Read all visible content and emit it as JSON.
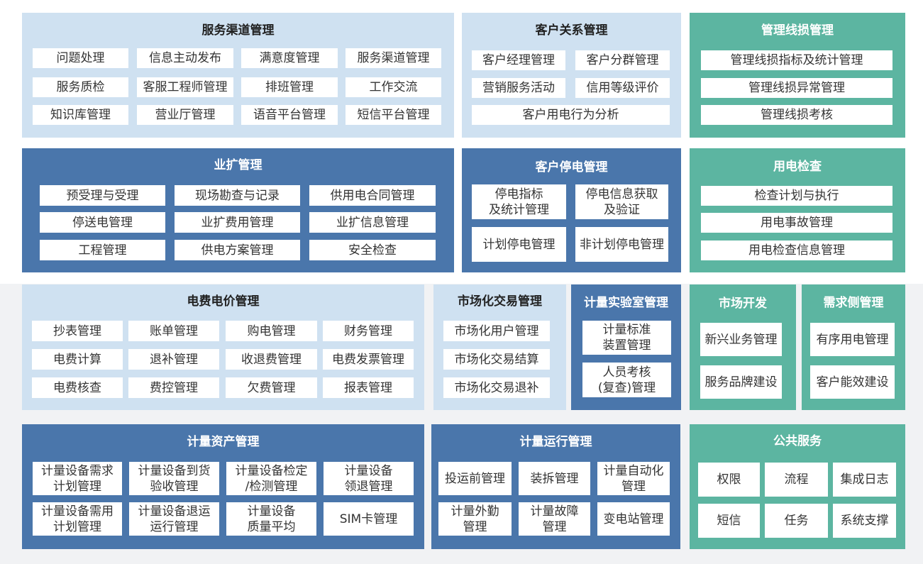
{
  "colors": {
    "light_panel": "#cfe1f1",
    "dark_panel": "#4a76ab",
    "teal_panel": "#5cb5a1",
    "band_bg": "#f1f2f4",
    "cell_bg": "#ffffff"
  },
  "panels": [
    {
      "id": "service-channel",
      "title": "服务渠道管理",
      "style": "light",
      "items": [
        "问题处理",
        "信息主动发布",
        "满意度管理",
        "服务渠道管理",
        "服务质检",
        "客服工程师管理",
        "排班管理",
        "工作交流",
        "知识库管理",
        "营业厅管理",
        "语音平台管理",
        "短信平台管理"
      ]
    },
    {
      "id": "customer-relation",
      "title": "客户关系管理",
      "style": "light",
      "items": [
        "客户经理管理",
        "客户分群管理",
        "营销服务活动",
        "信用等级评价",
        "客户用电行为分析"
      ]
    },
    {
      "id": "line-loss",
      "title": "管理线损管理",
      "style": "teal",
      "items": [
        "管理线损指标及统计管理",
        "管理线损异常管理",
        "管理线损考核"
      ]
    },
    {
      "id": "business-expansion",
      "title": "业扩管理",
      "style": "dark",
      "items": [
        "预受理与受理",
        "现场勘查与记录",
        "供用电合同管理",
        "停送电管理",
        "业扩费用管理",
        "业扩信息管理",
        "工程管理",
        "供电方案管理",
        "安全检查"
      ]
    },
    {
      "id": "customer-outage",
      "title": "客户停电管理",
      "style": "dark",
      "items": [
        "停电指标\n及统计管理",
        "停电信息获取\n及验证",
        "计划停电管理",
        "非计划停电管理"
      ]
    },
    {
      "id": "power-inspection",
      "title": "用电检查",
      "style": "teal",
      "items": [
        "检查计划与执行",
        "用电事故管理",
        "用电检查信息管理"
      ]
    },
    {
      "id": "tariff",
      "title": "电费电价管理",
      "style": "light",
      "items": [
        "抄表管理",
        "账单管理",
        "购电管理",
        "财务管理",
        "电费计算",
        "退补管理",
        "收退费管理",
        "电费发票管理",
        "电费核查",
        "费控管理",
        "欠费管理",
        "报表管理"
      ]
    },
    {
      "id": "market-trading",
      "title": "市场化交易管理",
      "style": "light",
      "items": [
        "市场化用户管理",
        "市场化交易结算",
        "市场化交易退补"
      ]
    },
    {
      "id": "metering-lab",
      "title": "计量实验室管理",
      "style": "dark",
      "items": [
        "计量标准\n装置管理",
        "人员考核\n(复查)管理"
      ]
    },
    {
      "id": "market-dev",
      "title": "市场开发",
      "style": "teal",
      "items": [
        "新兴业务管理",
        "服务品牌建设"
      ]
    },
    {
      "id": "demand-side",
      "title": "需求侧管理",
      "style": "teal",
      "items": [
        "有序用电管理",
        "客户能效建设"
      ]
    },
    {
      "id": "metering-assets",
      "title": "计量资产管理",
      "style": "dark",
      "items": [
        "计量设备需求\n计划管理",
        "计量设备到货\n验收管理",
        "计量设备检定\n/检测管理",
        "计量设备\n领退管理",
        "计量设备需用\n计划管理",
        "计量设备退运\n运行管理",
        "计量设备\n质量平均",
        "SIM卡管理"
      ]
    },
    {
      "id": "metering-ops",
      "title": "计量运行管理",
      "style": "dark",
      "items": [
        "投运前管理",
        "装拆管理",
        "计量自动化\n管理",
        "计量外勤\n管理",
        "计量故障\n管理",
        "变电站管理"
      ]
    },
    {
      "id": "public-service",
      "title": "公共服务",
      "style": "teal",
      "items": [
        "权限",
        "流程",
        "集成日志",
        "短信",
        "任务",
        "系统支撑"
      ]
    }
  ]
}
